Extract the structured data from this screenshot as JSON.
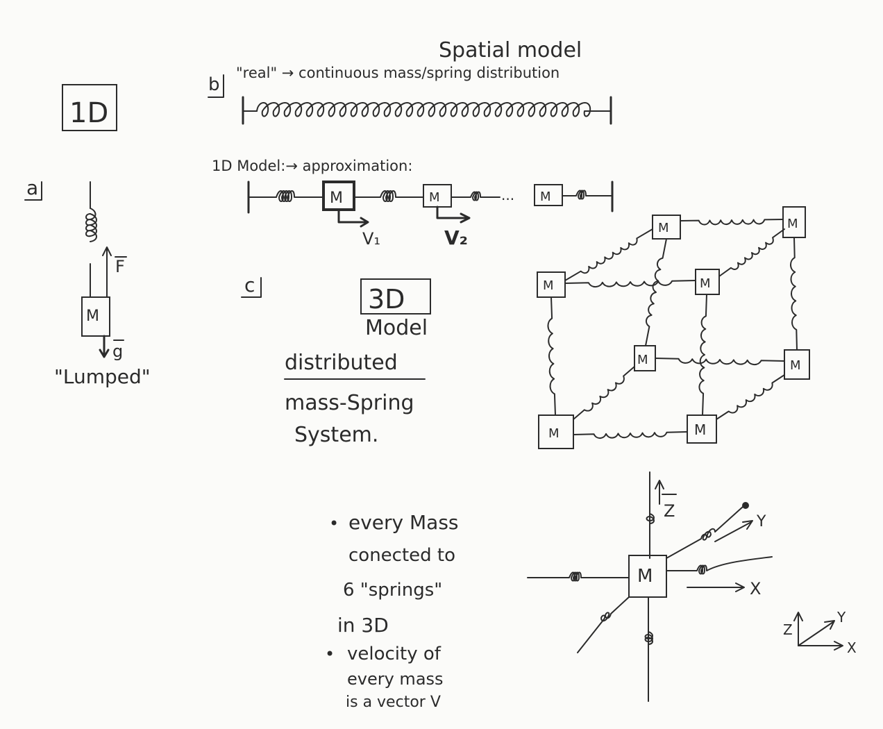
{
  "titles": {
    "spatial_model": "Spatial model",
    "one_d": "1D",
    "three_d": "3D"
  },
  "section_labels": {
    "a": "a",
    "b": "b",
    "c": "c"
  },
  "section_a": {
    "force": "F",
    "gravity": "g",
    "mass": "M",
    "caption": "\"Lumped\""
  },
  "section_b": {
    "real_text": "\"real\" → continuous mass/spring distribution",
    "model_text": "1D Model:→ approximation:",
    "mass": "M",
    "dots": "...",
    "v1": "V₁",
    "v2": "V₂"
  },
  "section_c": {
    "model_word": "Model",
    "line1": "distributed",
    "line2": "mass-Spring",
    "line3": "System.",
    "mass": "M"
  },
  "notes": {
    "bullet1_line1": "every Mass",
    "bullet1_line2": "conected to",
    "bullet1_line3": "6 \"springs\"",
    "bullet1_line4": "in 3D",
    "bullet2_line1": "velocity of",
    "bullet2_line2": "every mass",
    "bullet2_line3": "is a vector V"
  },
  "axes_detail": {
    "mass": "M",
    "z": "Z",
    "y": "Y",
    "x": "X"
  },
  "axes_legend": {
    "z": "Z",
    "y": "Y",
    "x": "X"
  }
}
